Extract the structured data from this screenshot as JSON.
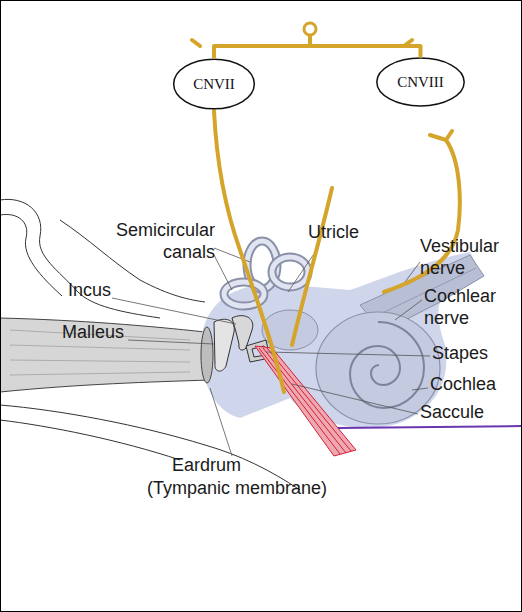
{
  "diagram": {
    "nodes": [
      {
        "text": [
          "CNVII"
        ]
      },
      {
        "text": [
          "CNVIII"
        ]
      }
    ],
    "edges": [
      {
        "from": 0,
        "to": 1,
        "arrow": "none"
      }
    ],
    "labels": [
      "Semicircular canals",
      "Utricle",
      "Incus",
      "Vestibular nerve",
      "Malleus",
      "Cochlear nerve",
      "Stapes",
      "Cochlea",
      "Saccule",
      "Eardrum",
      "(Tympanic membrane)"
    ]
  }
}
